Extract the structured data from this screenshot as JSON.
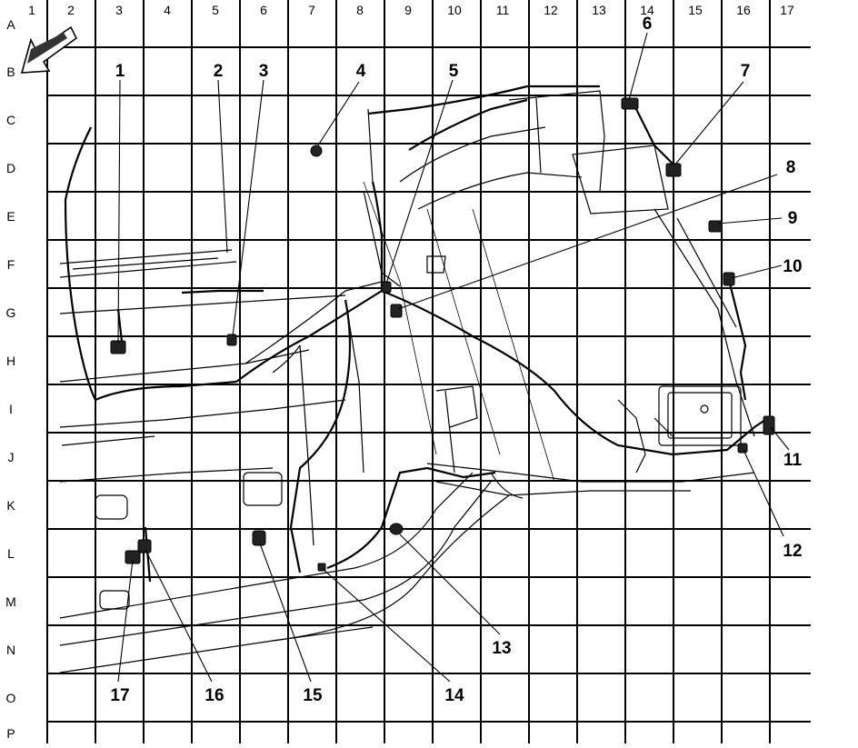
{
  "grid": {
    "columns": [
      "1",
      "2",
      "3",
      "4",
      "5",
      "6",
      "7",
      "8",
      "9",
      "10",
      "11",
      "12",
      "13",
      "14",
      "15",
      "16",
      "17"
    ],
    "rows": [
      "A",
      "B",
      "C",
      "D",
      "E",
      "F",
      "G",
      "H",
      "I",
      "J",
      "K",
      "L",
      "M",
      "N",
      "O",
      "P"
    ]
  },
  "callouts": [
    "1",
    "2",
    "3",
    "4",
    "5",
    "6",
    "7",
    "8",
    "9",
    "10",
    "11",
    "12",
    "13",
    "14",
    "15",
    "16",
    "17"
  ]
}
